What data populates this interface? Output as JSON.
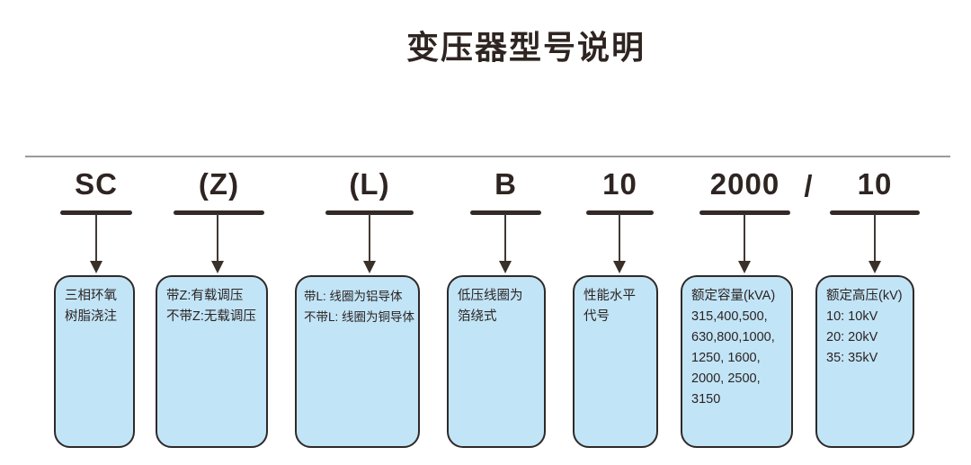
{
  "title": "变压器型号说明",
  "separator": "/",
  "colors": {
    "box_fill": "#c2e4f7",
    "box_border": "#2e2a28",
    "ink": "#2e2421",
    "divider_line": "#9a9a9a"
  },
  "segments": [
    {
      "code": "SC",
      "description": "三相环氧\n树脂浇注"
    },
    {
      "code": "(Z)",
      "description": "带Z:有载调压\n不带Z:无载调压"
    },
    {
      "code": "(L)",
      "description": "带L: 线圈为铝导体\n不带L: 线圈为铜导体"
    },
    {
      "code": "B",
      "description": "低压线圈为\n箔绕式"
    },
    {
      "code": "10",
      "description": "性能水平\n代号"
    },
    {
      "code": "2000",
      "description": "额定容量(kVA)\n315,400,500,\n630,800,1000,\n1250, 1600,\n2000, 2500,\n3150"
    },
    {
      "code": "10",
      "description": "额定高压(kV)\n10: 10kV\n20: 20kV\n35: 35kV"
    }
  ]
}
